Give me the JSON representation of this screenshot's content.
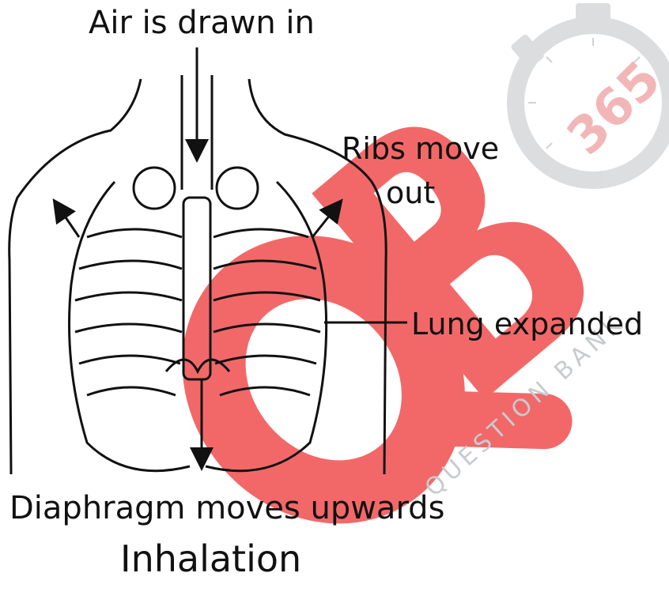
{
  "diagram": {
    "labels": {
      "air_in": "Air is drawn in",
      "ribs_line1": "Ribs move",
      "ribs_line2": "out",
      "lung": "Lung expanded",
      "diaphragm": "Diaphragm moves upwards",
      "caption": "Inhalation"
    }
  },
  "watermark": {
    "logo_letters": "QB",
    "number": "365",
    "tagline": "QUESTION BANK",
    "colors": {
      "red": "#f04e4e",
      "grey": "#c8cbce"
    }
  }
}
